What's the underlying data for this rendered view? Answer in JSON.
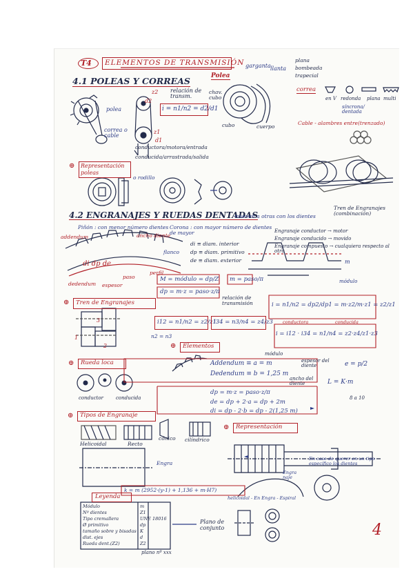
{
  "header": {
    "tema": "T4",
    "title": "ELEMENTOS DE TRANSMISIÓN"
  },
  "s41": {
    "title": "4.1 POLEAS Y CORREAS",
    "polea": "polea",
    "correa": "correa o cable",
    "z2": "z2",
    "z1": "z1",
    "d2": "d2",
    "d1": "d1",
    "relacion": "relación de transm.",
    "formula": "i = n1/n2 = d2/d1",
    "conductora": "conductora/motora/entrada",
    "conducida": "conducida/arrastrada/salida",
    "rep": "Representación poleas",
    "rodillo": "o rodillo",
    "polea_label": "Polea",
    "garganta": "garganta",
    "llanta": "llanta",
    "tipos_llanta": [
      "plana",
      "bombeada",
      "trapecial"
    ],
    "chaveta": "chav. cubo",
    "cubo": "cubo",
    "cuerpo": "cuerpo",
    "correa_label": "correa",
    "correa_tipos": [
      "en V",
      "redonda",
      "plana",
      "multi"
    ],
    "sincrona": "síncrona/ dentada",
    "cable": "Cable - alambres entre(trenzado)"
  },
  "s42": {
    "title": "4.2 ENGRANAJES Y RUEDAS DENTADAS",
    "title_sub": "mueven a otras con los dientes",
    "tren_label": "Tren de Engranajes (combinación)",
    "pinion": "Piñón : con menor número dientes",
    "corona": "Corona : con mayor número de dientes de mayor",
    "ancho": "ancho diente",
    "addendum": "addendum",
    "flanco": "flanco",
    "dedendum": "dedendum",
    "espesor": "espesor",
    "perfil": "perfil",
    "paso": "paso",
    "dims": [
      "di ≡ diam. interior",
      "dp ≡ diam. primitivo",
      "de ≡ diam. exterior"
    ],
    "conductor": "Engranaje conductor → motor",
    "conducido": "Engranaje conducido → movido",
    "compuesto": "Engranaje compuesto → cualquiera respecto al otro",
    "modulo_f": "M = módulo = dp/Z",
    "m_f": "m = paso/π",
    "dp_f": "dp = m·z = paso·z/π",
    "m_label": "m",
    "modulo": "módulo"
  },
  "tren": {
    "title": "Tren de Engranajes",
    "relacion": "relación de transmisión",
    "i_f": "i = n1/n2 = dp2/dp1 = m·z2/m·z1 = z2/z1",
    "i12": "i12 = n1/n2 = z2/z1",
    "i34": "i34 = n3/n4 = z4/z3",
    "conductora": "conductora",
    "conducida": "conducida",
    "ipl": "i = i12 · i34 = n1/n4 = z2·z4/z1·z3",
    "n2n3": "n2 = n3"
  },
  "loca": {
    "title": "Rueda loca",
    "conductor": "conductor",
    "conducida": "conducida"
  },
  "elementos": {
    "title": "Elementos",
    "modulo": "módulo",
    "addendum": "Addendum ≡ a = m",
    "dedendum": "Dedendum ≡ b = 1,25 m",
    "espesor_label": "espesor del diente",
    "espesor_f": "e = p/2",
    "ancho_label": "ancho del diente",
    "ancho_f": "L = K·m",
    "k_range": "8 a 10",
    "f1": "dp = m·z = paso·z/π",
    "f2": "de = dp + 2·a = dp + 2m",
    "f3": "di = dp - 2·b = dp - 2(1,25 m)"
  },
  "tipos": {
    "title": "Tipos de Engranaje",
    "helicoidal": "Helicoidal",
    "recto": "Recto",
    "conico": "cónico",
    "cilindrico": "cilíndrico"
  },
  "repr": {
    "title": "Representación",
    "nota": "En caso de querer en un tipo específico los dientes",
    "engr": "Engra",
    "cota": "Engra naje",
    "formula": "k = m (2952·(y-1) + 1,136 + m·H7)",
    "helicoidal": "helicoidal - En Engra - Espiral"
  },
  "leyenda": {
    "title": "Leyenda",
    "rows": [
      "Módulo",
      "Nº dientes",
      "Tipo cremallera",
      "Ø primitivo",
      "tamaño sobre y bisadas",
      "dist. ejes",
      "Rueda dent.(Z2)"
    ],
    "vals": [
      "m",
      "Z1",
      "UNE 18016",
      "dp",
      "K",
      "d",
      "Z2"
    ],
    "plano": "Plano de conjunto",
    "xxx": "plano nº xxx",
    "pagina": "4"
  }
}
